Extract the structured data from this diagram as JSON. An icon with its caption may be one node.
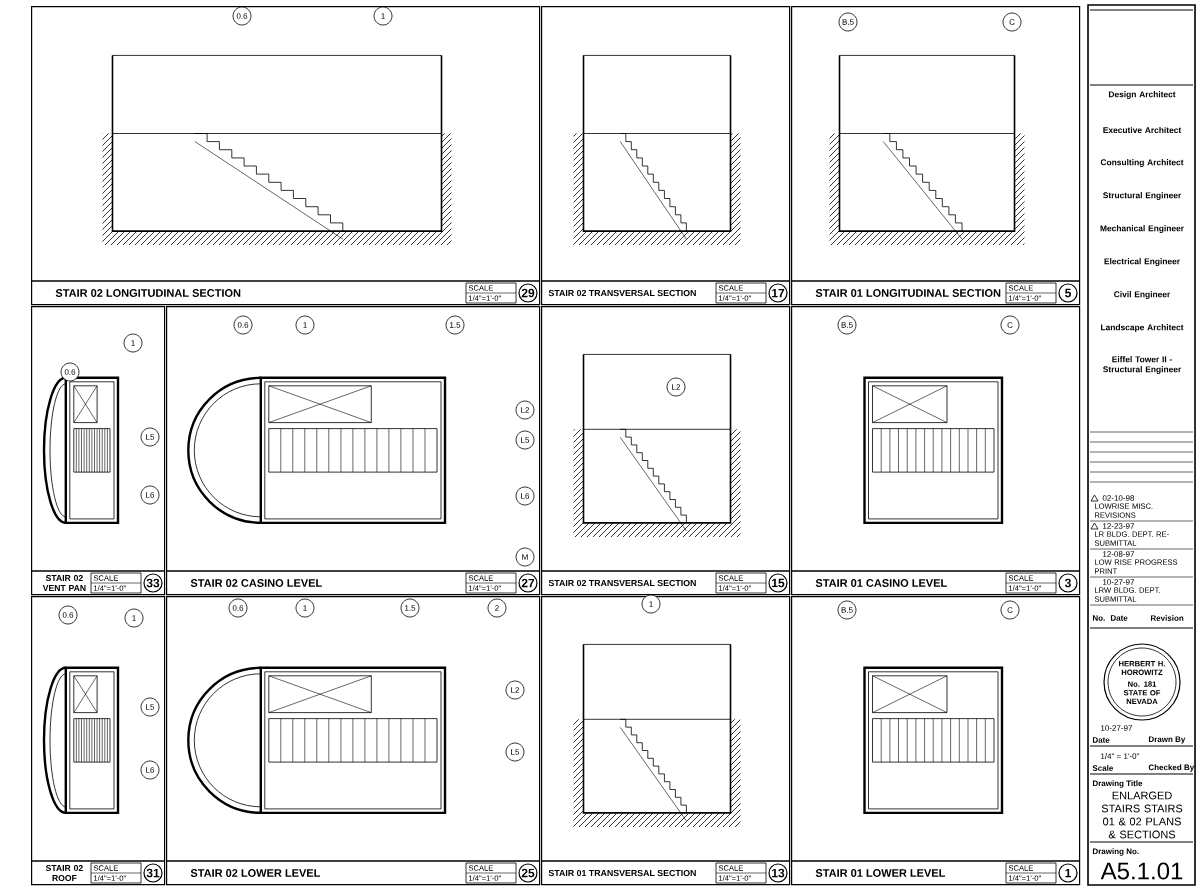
{
  "diagram": {
    "title": "ENLARGED STAIRS STAIRS 01 & 02 PLANS & SECTIONS",
    "nodes": [
      {
        "text": [
          "STAIR 02 LONGITUDINAL SECTION",
          "SCALE",
          "1/4\"=1'-0\"",
          "29"
        ]
      },
      {
        "text": [
          "STAIR 02 TRANSVERSAL SECTION",
          "SCALE",
          "1/4\"=1'-0\"",
          "17"
        ]
      },
      {
        "text": [
          "STAIR 01 LONGITUDINAL SECTION",
          "SCALE",
          "1/4\"=1'-0\"",
          "5"
        ]
      },
      {
        "text": [
          "STAIR 02 VENT PAN",
          "SCALE",
          "1/4\"=1'-0\"",
          "33"
        ]
      },
      {
        "text": [
          "STAIR 02 CASINO LEVEL",
          "SCALE",
          "1/4\"=1'-0\"",
          "27"
        ]
      },
      {
        "text": [
          "STAIR 02 TRANSVERSAL SECTION",
          "SCALE",
          "1/4\"=1'-0\"",
          "15"
        ]
      },
      {
        "text": [
          "STAIR 01 CASINO LEVEL",
          "SCALE",
          "1/4\"=1'-0\"",
          "3"
        ]
      },
      {
        "text": [
          "STAIR 02 ROOF",
          "SCALE",
          "1/4\"=1'-0\"",
          "31"
        ]
      },
      {
        "text": [
          "STAIR 02 LOWER LEVEL",
          "SCALE",
          "1/4\"=1'-0\"",
          "25"
        ]
      },
      {
        "text": [
          "STAIR 01 TRANSVERSAL SECTION",
          "SCALE",
          "1/4\"=1'-0\"",
          "13"
        ]
      },
      {
        "text": [
          "STAIR 01 LOWER LEVEL",
          "SCALE",
          "1/4\"=1'-0\"",
          "1"
        ]
      }
    ],
    "labels": [
      "0.6",
      "1",
      "B.5",
      "C",
      "0.6",
      "1",
      "L5",
      "L6",
      "0.6",
      "1",
      "1.5",
      "L2",
      "L5",
      "L6",
      "M",
      "L2",
      "B.5",
      "C",
      "0.6",
      "1",
      "L5",
      "L6",
      "0.6",
      "1",
      "1.5",
      "2",
      "L2",
      "L5",
      "1",
      "B.5",
      "C",
      "Design Architect",
      "Executive Architect",
      "Consulting Architect",
      "Structural Engineer",
      "Mechanical Engineer",
      "Electrical Engineer",
      "Civil Engineer",
      "Landscape Architect",
      "Eiffel Tower II - Structural Engineer",
      "02-10-98",
      "LOWRISE MISC. REVISIONS",
      "12-23-97",
      "LR BLDG. DEPT. RE-SUBMITTAL",
      "12-08-97",
      "LOW RISE PROGRESS PRINT",
      "10-27-97",
      "LRW BLDG. DEPT. SUBMITTAL",
      "No.",
      "Date",
      "Revision",
      "HERBERT H. HOROWITZ",
      "No. 181",
      "STATE OF NEVADA",
      "10-27-97",
      "Date",
      "Drawn By",
      "1/4\" = 1'-0\"",
      "Scale",
      "Checked By",
      "Drawing Title",
      "Drawing No.",
      "A5.1.01"
    ]
  }
}
